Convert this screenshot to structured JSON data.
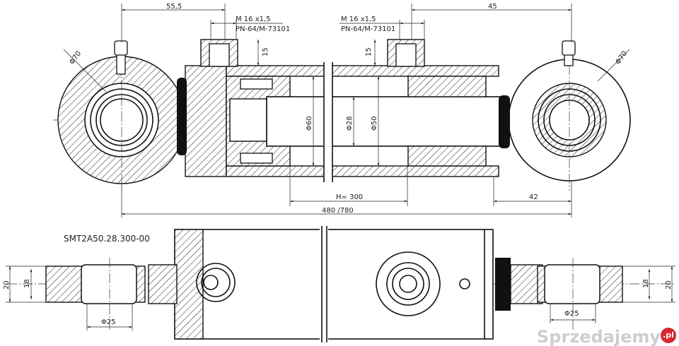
{
  "drawing": {
    "part_number": "SMT2A50.28.300-00",
    "port_thread_left": {
      "line1": "M 16 x1,5",
      "line2": "PN-64/M-73101"
    },
    "port_thread_right": {
      "line1": "M 16 x1,5",
      "line2": "PN-64/M-73101"
    },
    "dimensions": {
      "left_eye_to_port": "55,5",
      "right_port_to_eye": "45",
      "port_depth_left": "15",
      "port_depth_right": "15",
      "left_eye_diameter": "Φ70",
      "right_eye_diameter": "Φ70",
      "bore": "Φ60",
      "rod": "Φ28",
      "piston": "Φ50",
      "stroke": "H= 300",
      "overall_length": "480 /780",
      "rod_end_length": "42",
      "left_width_outer": "20",
      "left_width_inner": "18",
      "right_width_outer": "20",
      "right_width_inner": "18",
      "left_pin_diameter": "Φ25",
      "right_pin_diameter": "Φ25"
    }
  },
  "watermark": {
    "text": "Sprzedajemy",
    "suffix": ".pl",
    "accent": "#d7272f"
  }
}
